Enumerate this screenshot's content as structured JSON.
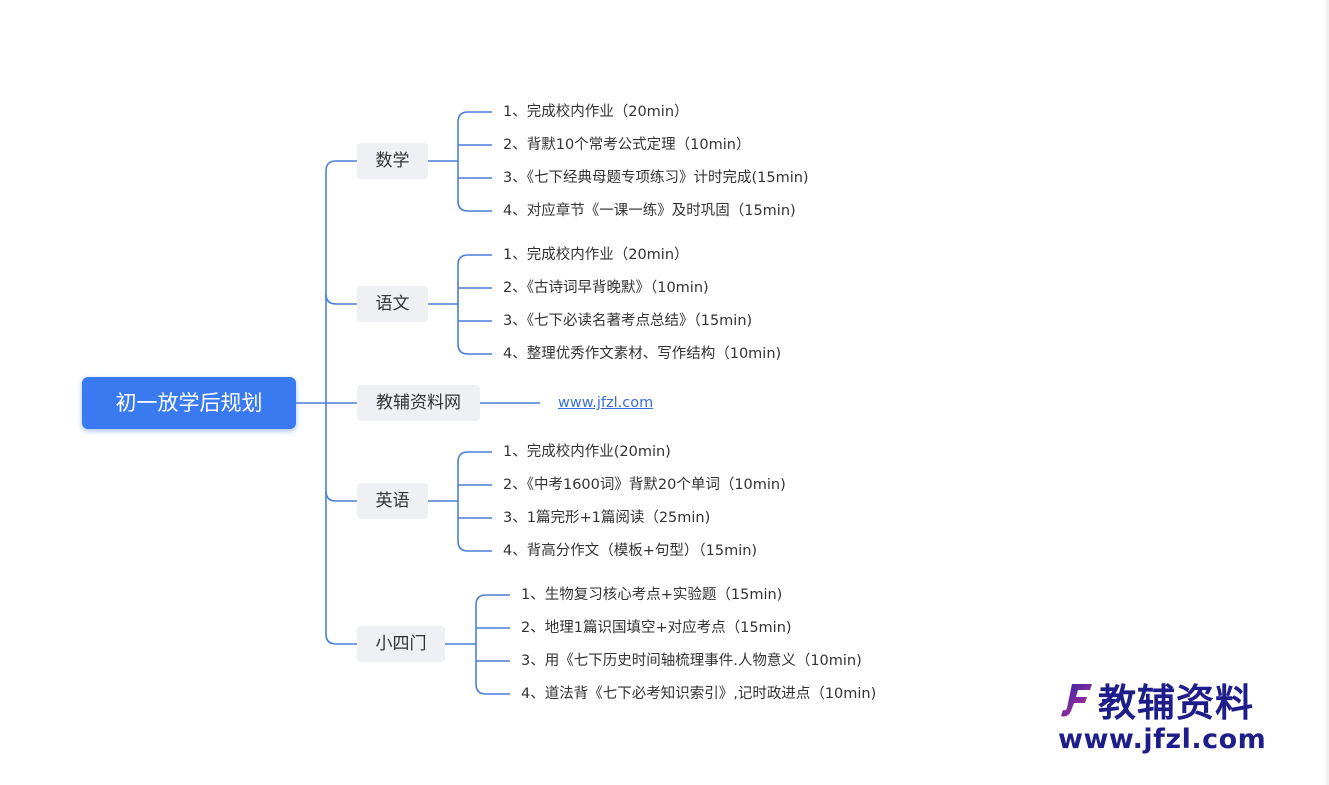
{
  "root": {
    "title": "初一放学后规划"
  },
  "branches": [
    {
      "name": "数学",
      "items": [
        "1、完成校内作业（20min）",
        "2、背默10个常考公式定理（10min）",
        "3、《七下经典母题专项练习》计时完成(15min)",
        "4、对应章节《一课一练》及时巩固（15min)"
      ]
    },
    {
      "name": "语文",
      "items": [
        "1、完成校内作业（20min）",
        "2、《古诗词早背晚默》（10min)",
        "3、《七下必读名著考点总结》（15min)",
        "4、整理优秀作文素材、写作结构（10min)"
      ]
    },
    {
      "name": "教辅资料网",
      "link": "www.jfzl.com"
    },
    {
      "name": "英语",
      "items": [
        "1、完成校内作业(20min)",
        "2、《中考1600词》背默20个单词（10min)",
        "3、1篇完形+1篇阅读（25min)",
        "4、背高分作文（模板+句型）（15min)"
      ]
    },
    {
      "name": "小四门",
      "items": [
        "1、生物复习核心考点+实验题（15min)",
        "2、地理1篇识国填空+对应考点（15min)",
        "3、用《七下历史时间轴梳理事件.人物意义（10min)",
        "4、道法背《七下必考知识索引》,记时政进点（10min)"
      ]
    }
  ],
  "watermark": {
    "title": "教辅资料",
    "url": "www.jfzl.com"
  },
  "colors": {
    "root": "#3a7af0",
    "line": "#4a7fd8",
    "branch_bg": "#eef0f3",
    "watermark": "#1e1d8a"
  }
}
